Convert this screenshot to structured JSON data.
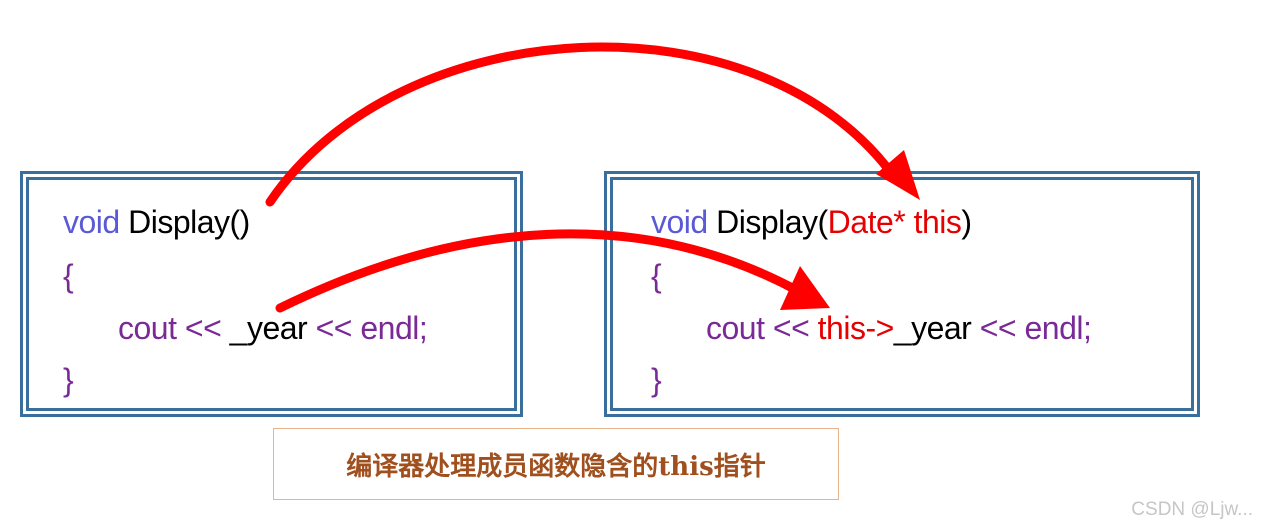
{
  "left_box": {
    "line1": {
      "kw": "void",
      "name": " Display()"
    },
    "line2": "{",
    "line3": {
      "cout": "cout << ",
      "var": "_year",
      "rest": " << endl;"
    },
    "line4": "}"
  },
  "right_box": {
    "line1": {
      "kw": "void",
      "name": " Display(",
      "param": "Date* this",
      "close": ")"
    },
    "line2": "{",
    "line3": {
      "cout": "cout << ",
      "ptr": "this->",
      "var": "_year",
      "rest": " << endl;"
    },
    "line4": "}"
  },
  "caption": "编译器处理成员函数隐含的this指针",
  "watermark": "CSDN @Ljw...",
  "colors": {
    "keyword": "#5a5ad6",
    "purple": "#7a2a96",
    "red": "#e60000",
    "box_border": "#3a6e9c",
    "caption_text": "#a0501e",
    "caption_border": "#e8b48c"
  },
  "icons": [
    "curved-arrow-icon"
  ]
}
